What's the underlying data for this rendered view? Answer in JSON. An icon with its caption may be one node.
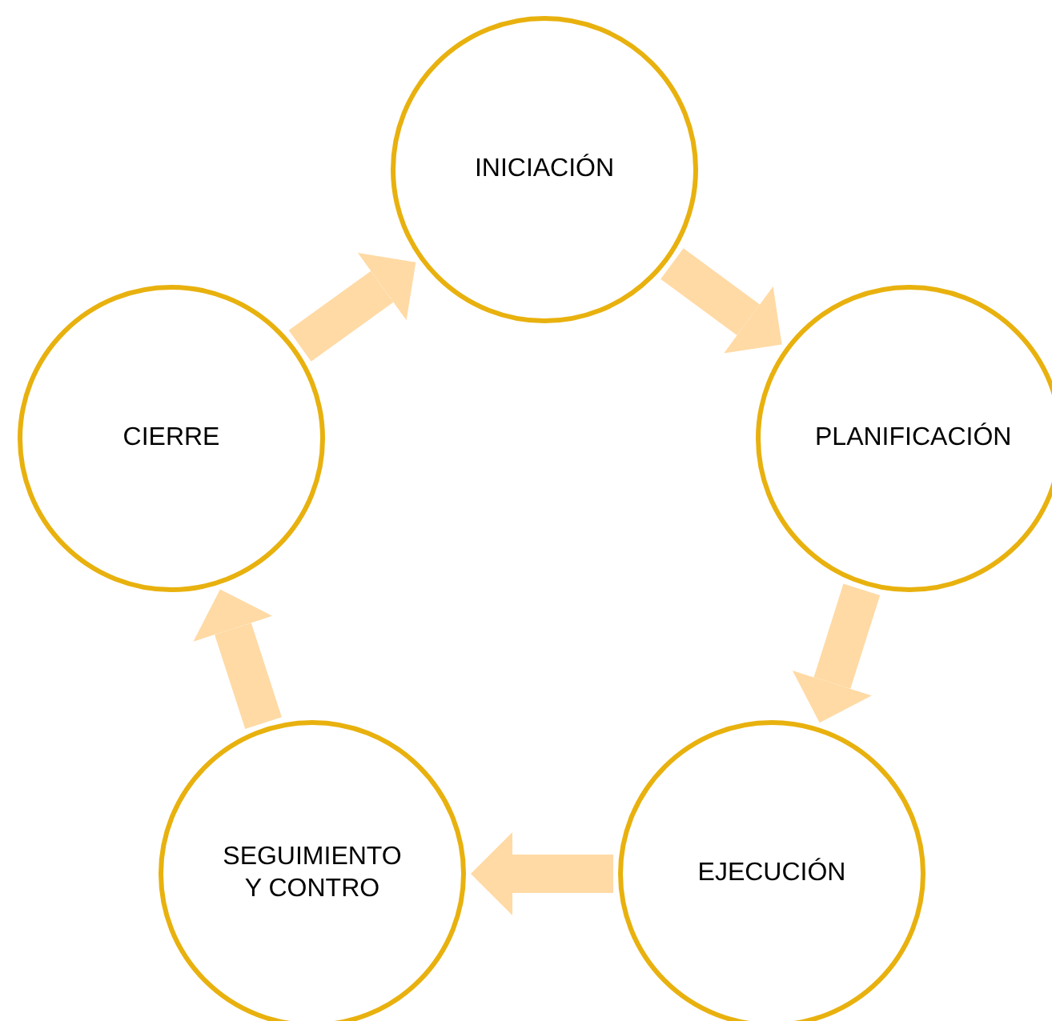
{
  "diagram": {
    "nodes": [
      {
        "text": [
          "INICIACIÓN"
        ]
      },
      {
        "text": [
          "PLANIFICACIÓN"
        ]
      },
      {
        "text": [
          "EJECUCIÓN"
        ]
      },
      {
        "text": [
          "SEGUIMIENTO Y CONTRO"
        ]
      },
      {
        "text": [
          "CIERRE"
        ]
      }
    ],
    "edges": [
      {
        "from": 0,
        "to": 1,
        "arrow": "to"
      },
      {
        "from": 1,
        "to": 2,
        "arrow": "to"
      },
      {
        "from": 2,
        "to": 3,
        "arrow": "to"
      },
      {
        "from": 3,
        "to": 4,
        "arrow": "to"
      },
      {
        "from": 4,
        "to": 0,
        "arrow": "to"
      }
    ]
  }
}
